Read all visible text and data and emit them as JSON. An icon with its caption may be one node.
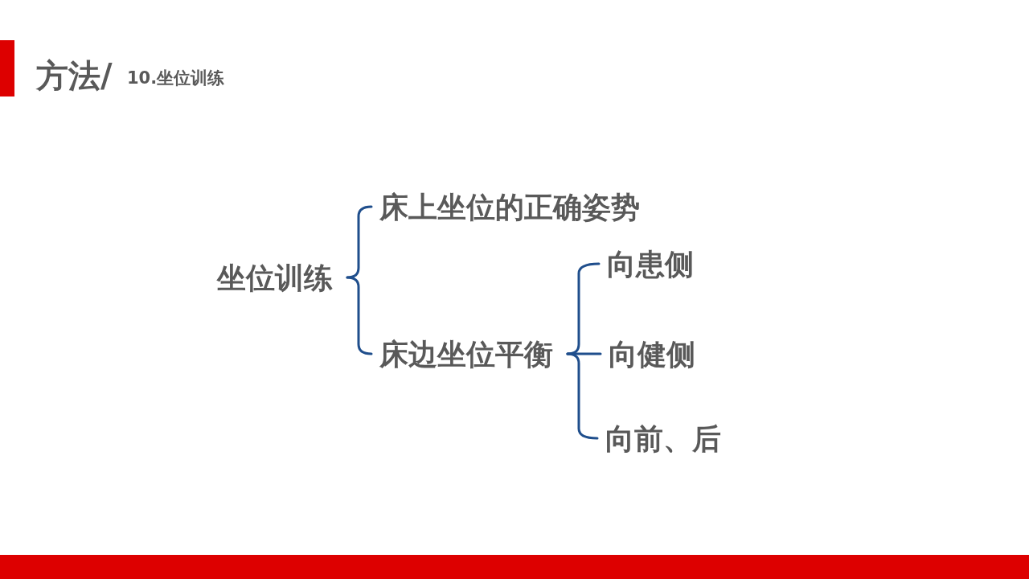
{
  "diagram": {
    "title": "方法/",
    "nodes": [
      {
        "text": [
          "坐位训练"
        ]
      },
      {
        "text": [
          "床上坐位的正确姿势"
        ]
      },
      {
        "text": [
          "床边坐位平衡"
        ]
      },
      {
        "text": [
          "向患侧"
        ]
      },
      {
        "text": [
          "向健侧"
        ]
      },
      {
        "text": [
          "向前、后"
        ]
      }
    ],
    "edges": [
      {
        "from": 0,
        "to": 1,
        "arrow": "none"
      },
      {
        "from": 0,
        "to": 2,
        "arrow": "none"
      },
      {
        "from": 2,
        "to": 3,
        "arrow": "none"
      },
      {
        "from": 2,
        "to": 4,
        "arrow": "none"
      },
      {
        "from": 2,
        "to": 5,
        "arrow": "none"
      }
    ],
    "labels": [
      "10.坐位训练"
    ]
  }
}
